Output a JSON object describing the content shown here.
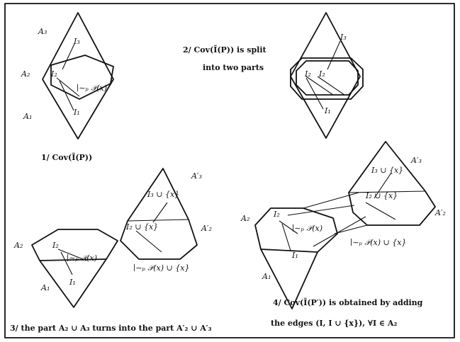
{
  "captions": {
    "c1": "1/ Cov(Ĩ(P))",
    "c2_line1": "2/ Cov(Ĩ(P)) is split",
    "c2_line2": "into two parts",
    "c3": "3/ the part A₂ ∪ A₃ turns into the part A′₂ ∪ A′₃",
    "c4_line1": "4/ Cov(Ĩ(P′)) is obtained by adding",
    "c4_line2": "the edges (I, I ∪ {x}), ∀I ∈ A₂"
  },
  "labels": {
    "A1": "A₁",
    "A2": "A₂",
    "A3": "A₃",
    "A2p": "A′₂",
    "A3p": "A′₃",
    "I1": "I₁",
    "I2": "I₂",
    "I3": "I₃",
    "I2x": "I₂ ∪ {x}",
    "I3x": "I₃ ∪ {x}",
    "Px": "∣∼ₚ 𝒫(x)",
    "Pxx": "∣∼ₚ 𝒫(x) ∪ {x}"
  }
}
